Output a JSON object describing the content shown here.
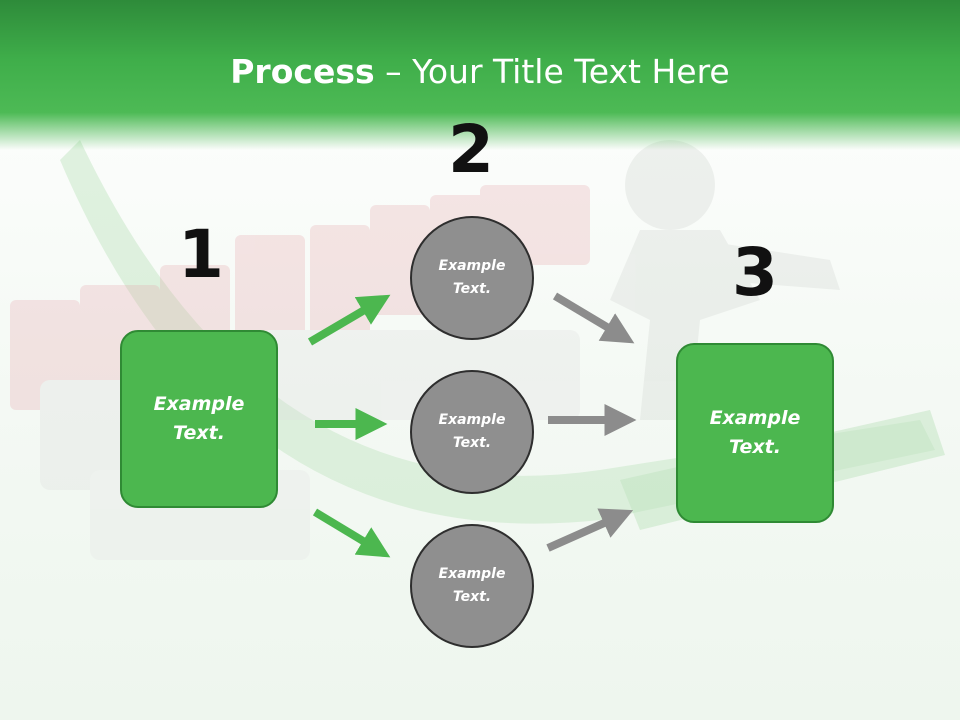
{
  "slide": {
    "title_bold": "Process",
    "title_rest": " – Your Title Text Here"
  },
  "steps": {
    "one": "1",
    "two": "2",
    "three": "3"
  },
  "nodes": {
    "left_box": "Example\nText.",
    "circle_top": "Example\nText.",
    "circle_mid": "Example\nText.",
    "circle_bottom": "Example\nText.",
    "right_box": "Example\nText."
  },
  "colors": {
    "accent_green": "#4cb74f",
    "dark_green": "#2f8a34",
    "circle_gray": "#8f8f8f",
    "arrow_gray": "#8c8c8c"
  }
}
